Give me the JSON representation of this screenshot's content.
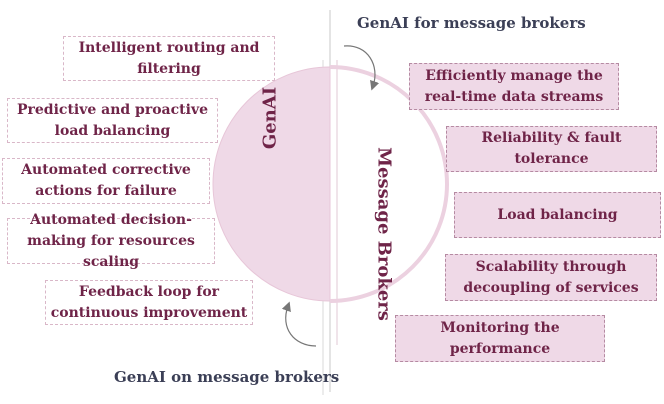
{
  "headings": {
    "top": "GenAI for message brokers",
    "bottom": "GenAI on message brokers"
  },
  "center_labels": {
    "left": "GenAI",
    "right": "Message Brokers"
  },
  "left_items": [
    "Intelligent routing and filtering",
    "Predictive and proactive load balancing",
    "Automated corrective actions for failure",
    "Automated decision-making for resources scaling",
    "Feedback loop for continuous improvement"
  ],
  "right_items": [
    "Efficiently manage the real-time data streams",
    "Reliability & fault tolerance",
    "Load balancing",
    "Scalability through decoupling of services",
    "Monitoring the performance"
  ],
  "colors": {
    "half_circle_fill": "#efd9e7",
    "half_circle_stroke": "#e7c6d8",
    "box_text": "#6f2448",
    "heading_text": "#3b3f56",
    "right_box_fill": "#efd9e7"
  }
}
